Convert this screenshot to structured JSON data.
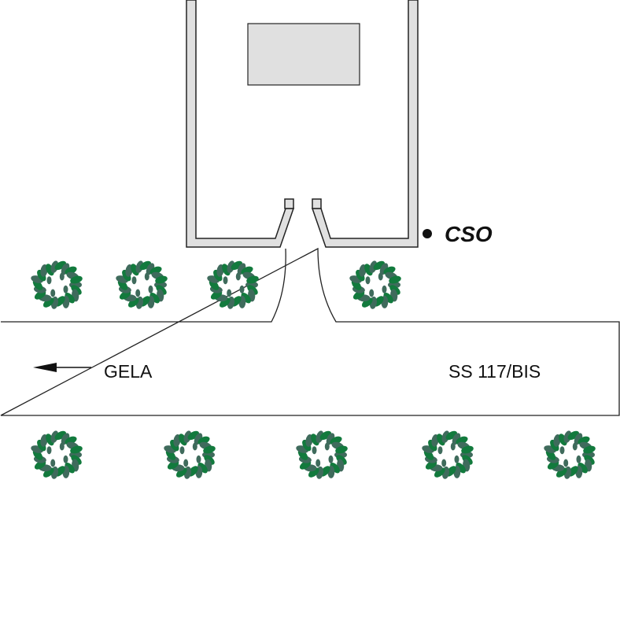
{
  "labels": {
    "cso": "CSO",
    "gela": "GELA",
    "road": "SS 117/BIS"
  },
  "colors": {
    "wall_fill": "#e0e0e0",
    "stroke": "#222222",
    "leaf_dark": "#127a3d",
    "leaf_grey": "#3f6b5c"
  }
}
